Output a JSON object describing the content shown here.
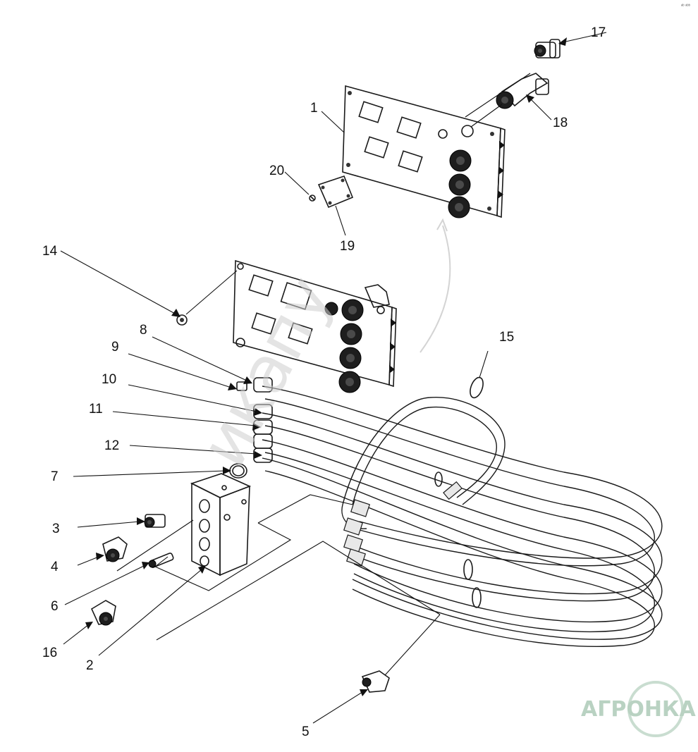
{
  "diagram": {
    "callouts": [
      "1",
      "2",
      "3",
      "4",
      "5",
      "6",
      "7",
      "8",
      "9",
      "10",
      "11",
      "12",
      "14",
      "15",
      "16",
      "17",
      "18",
      "19",
      "20"
    ],
    "corner_mark": "ᵃᵇ ᵃᵇᵇ"
  },
  "watermark": {
    "text": "икапу",
    "logo": "АГРОНКА"
  },
  "colors": {
    "line": "#1a1a1a",
    "knob": "#1e1e1e",
    "logo": "#b9d2c2",
    "watermark": "#cfcfcf"
  }
}
